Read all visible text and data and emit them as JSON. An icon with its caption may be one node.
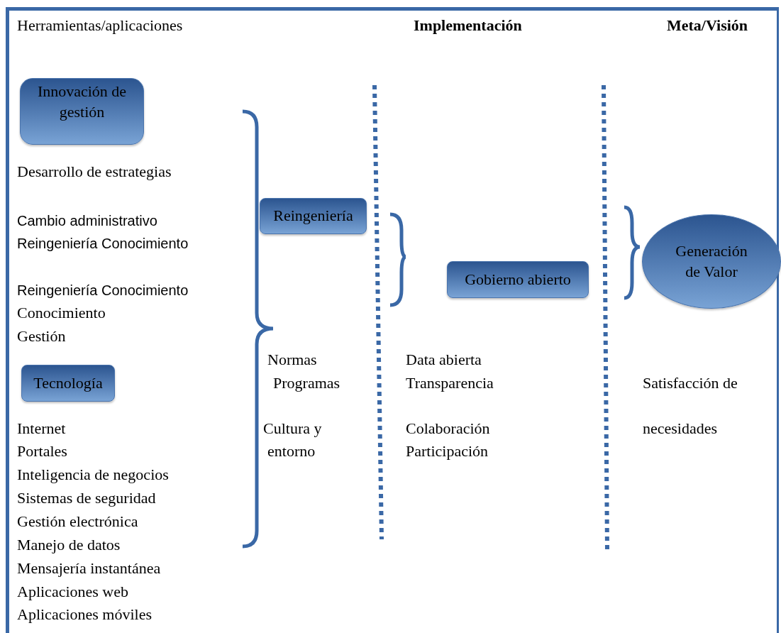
{
  "diagram": {
    "nodes": [
      {
        "text": [
          "Innovación de gestión"
        ]
      },
      {
        "text": [
          "Reingeniería"
        ]
      },
      {
        "text": [
          "Gobierno abierto"
        ]
      },
      {
        "text": [
          "Generación de Valor"
        ]
      },
      {
        "text": [
          "Tecnología"
        ]
      }
    ],
    "labels": [
      "Herramientas/aplicaciones",
      "Implementación",
      "Meta/Visión",
      "Desarrollo de estrategias",
      "Cambio administrativo",
      "Reingeniería Conocimiento",
      "Reingeniería Conocimiento",
      "Conocimiento",
      "Gestión",
      "Normas",
      "Data abierta",
      "Programas",
      "Transparencia",
      "Satisfacción de",
      "Internet",
      "Cultura y",
      "Colaboración",
      "necesidades",
      "Portales",
      "entorno",
      "Participación",
      "Inteligencia de negocios",
      "Sistemas de seguridad",
      "Gestión electrónica",
      "Manejo de datos",
      "Mensajería instantánea",
      "Aplicaciones web",
      "Aplicaciones móviles"
    ]
  }
}
